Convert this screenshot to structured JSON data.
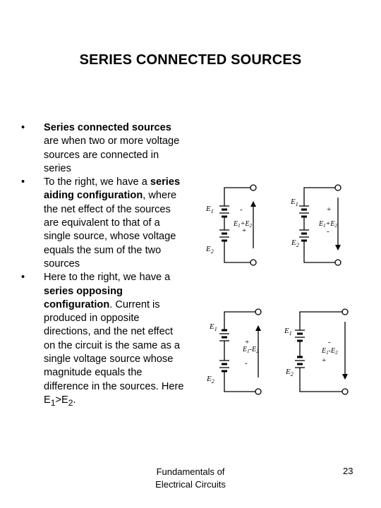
{
  "slide": {
    "title": "SERIES CONNECTED SOURCES",
    "bullet_char": "•",
    "bullets": [
      {
        "strong": "Series connected sources",
        "rest": " are when two or more voltage sources are connected in series"
      },
      {
        "pre": "To the right, we have a ",
        "strong": "series aiding configuration",
        "rest": ", where the net effect of the sources are equivalent to that of a single source, whose voltage equals the sum of the two sources"
      },
      {
        "pre": "Here to the right, we have a ",
        "strong": "series opposing configuration",
        "rest": ". Current is produced in opposite directions, and the net effect on the circuit is the same as a single voltage source whose magnitude equals the difference in the sources. Here ",
        "formula": {
          "e": "E",
          "s1": "1",
          "op": ">E",
          "s2": "2",
          "end": "."
        }
      }
    ],
    "footer": {
      "line1": "Fundamentals of",
      "line2": "Electrical Circuits"
    },
    "page_number": "23"
  },
  "diagrams": {
    "e1_label": "E",
    "e1_sub": "1",
    "e2_label": "E",
    "e2_sub": "2",
    "plus": "+",
    "minus": "-",
    "sum_expr": {
      "a": "E",
      "a_sub": "1",
      "op": "+E",
      "b_sub": "2"
    },
    "diff_expr": {
      "a": "E",
      "a_sub": "1",
      "op": "-E",
      "b_sub": "2"
    }
  }
}
